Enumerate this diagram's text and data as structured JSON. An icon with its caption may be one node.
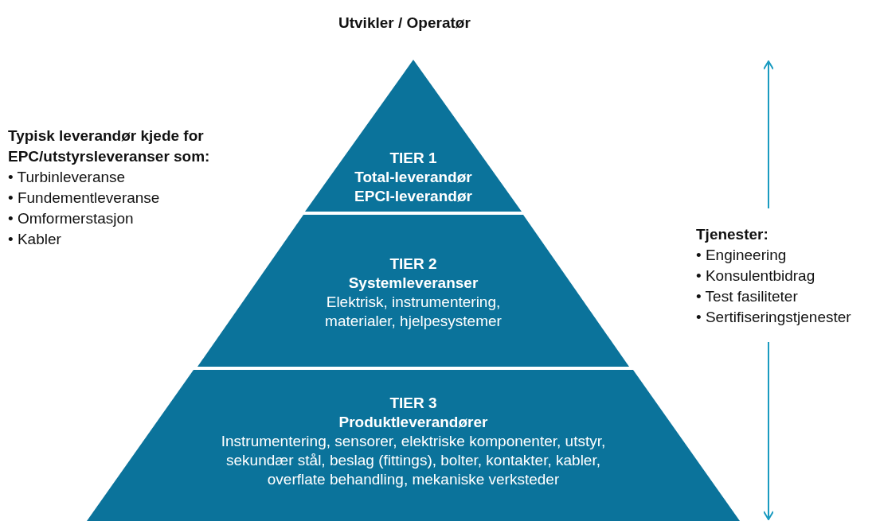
{
  "diagram": {
    "nodes": [
      {
        "text": [
          "TIER 1",
          "Total-leverandør",
          "EPCI-leverandør"
        ]
      },
      {
        "text": [
          "TIER 2",
          "Systemleveranser",
          "Elektrisk, instrumentering, materialer, hjelpesystemer"
        ]
      },
      {
        "text": [
          "TIER 3",
          "Produktleverandører",
          "Instrumentering, sensorer, elektriske komponenter, utstyr, sekundær stål, beslag (fittings), bolter, kontakter, kabler, overflate behandling, mekaniske verksteder"
        ]
      }
    ],
    "edges": [],
    "labels": [
      "Utvikler / Operatør",
      "Typisk leverandør kjede for EPC/utstyrsleveranser som:",
      "• Turbinleveranse",
      "• Fundementleveranse",
      "• Omformerstasjon",
      "• Kabler",
      "Tjenester:",
      "• Engineering",
      "• Konsulentbidrag",
      "• Test fasiliteter",
      "• Sertifiseringstjenester"
    ]
  }
}
